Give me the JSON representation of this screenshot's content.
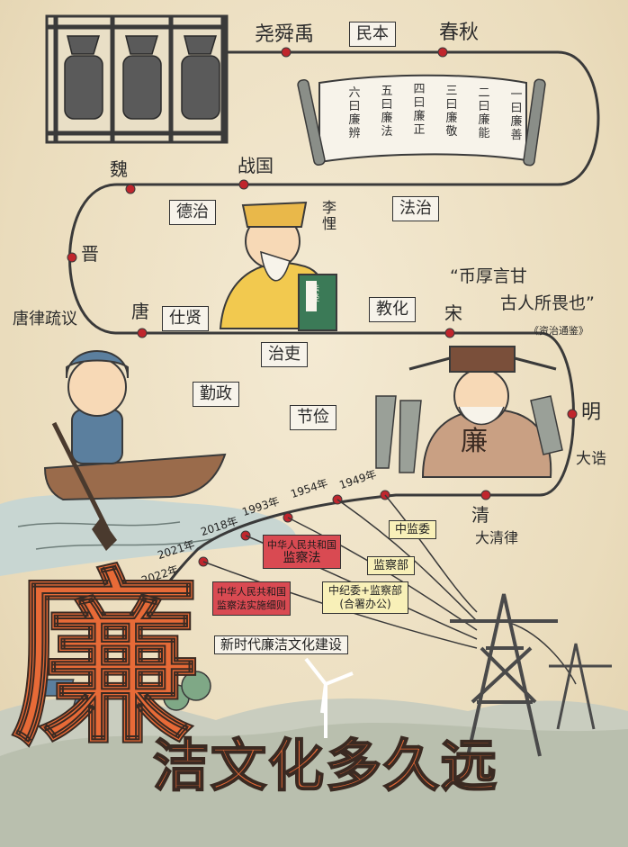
{
  "timeline": {
    "yao_shun_yu": "尧舜禹",
    "chunqiu": "春秋",
    "wei": "魏",
    "zhanguo": "战国",
    "jin": "晋",
    "tang": "唐",
    "song": "宋",
    "ming": "明",
    "qing": "清"
  },
  "concepts": {
    "minben": "民本",
    "dezhi": "德治",
    "fazhi": "法治",
    "shixian": "仕贤",
    "jiaohua": "教化",
    "zhili": "治吏",
    "qinzheng": "勤政",
    "jiejian": "节俭"
  },
  "annotations": {
    "li_kui": "李悝",
    "fajing": "法经",
    "tang_lv": "唐律疏议",
    "quote_line1": "“币厚言甘",
    "quote_line2": "古人所畏也”",
    "quote_source": "《资治通鉴》",
    "da_gao": "大诰",
    "da_qing_lv": "大清律",
    "lian_char": "廉"
  },
  "scroll": {
    "columns": [
      "一曰廉善",
      "二曰廉能",
      "三曰廉敬",
      "四曰廉正",
      "五曰廉法",
      "六曰廉辨"
    ]
  },
  "modern": {
    "years": [
      "1949年",
      "1954年",
      "1993年",
      "2018年",
      "2021年",
      "2022年"
    ],
    "zhongjian": "中监委",
    "jianchabu": "监察部",
    "heshu_line1": "中纪委+监察部",
    "heshu_line2": "(合署办公)",
    "jianchafa_line1": "中华人民共和国",
    "jianchafa_line2": "监察法",
    "shishi_line1": "中华人民共和国",
    "shishi_line2": "监察法实施细则",
    "xinshidai": "新时代廉洁文化建设"
  },
  "title": {
    "big_char": "廉",
    "rest": "洁文化多久远"
  },
  "colors": {
    "path": "#3a3a3a",
    "dot": "#c0262d",
    "title_orange": "#e76a37",
    "red_box": "#d94a52",
    "yellow_box": "#f8f0b8"
  }
}
